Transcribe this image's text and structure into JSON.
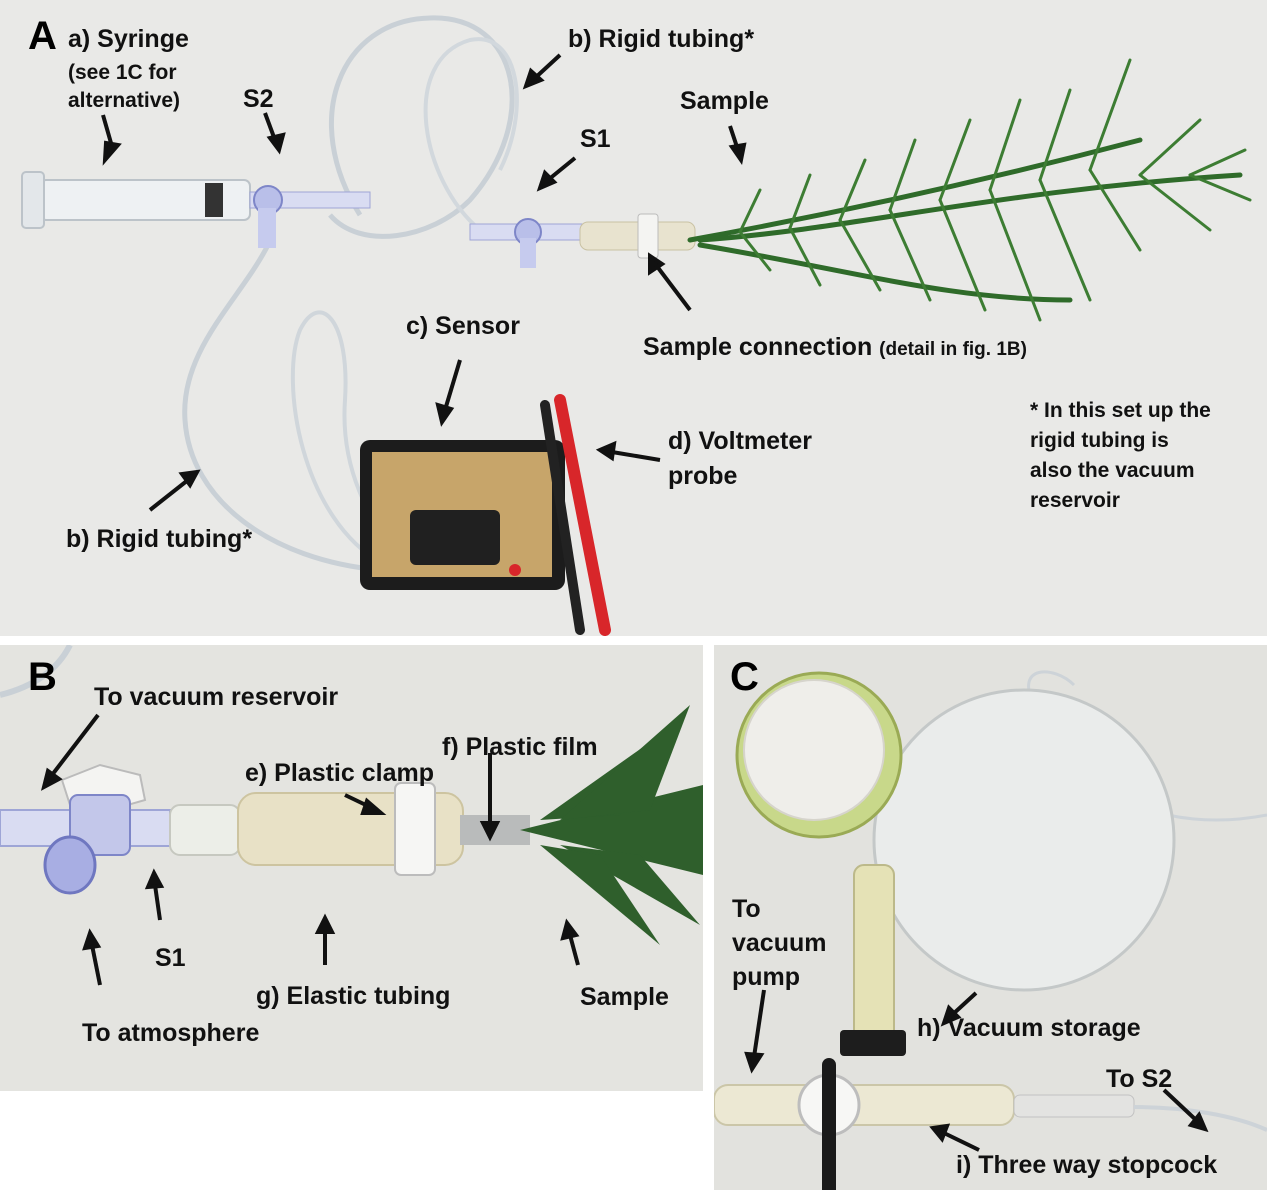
{
  "panels": [
    {
      "letter": "A",
      "labels": {
        "syringe": "a) Syringe",
        "syringe_note_1": "(see 1C for",
        "syringe_note_2": "alternative)",
        "s2": "S2",
        "rigid_tubing_top": "b) Rigid tubing*",
        "sample": "Sample",
        "s1": "S1",
        "sensor": "c) Sensor",
        "sample_connection": "Sample connection",
        "sample_connection_detail": "(detail in fig. 1B)",
        "voltmeter_1": "d) Voltmeter",
        "voltmeter_2": "probe",
        "rigid_tubing_bottom": "b) Rigid tubing*",
        "footnote_1": "* In this set up the",
        "footnote_2": "rigid tubing is",
        "footnote_3": "also the vacuum",
        "footnote_4": "reservoir"
      }
    },
    {
      "letter": "B",
      "labels": {
        "to_vacuum_reservoir": "To vacuum reservoir",
        "plastic_clamp": "e) Plastic clamp",
        "plastic_film": "f) Plastic film",
        "s1": "S1",
        "elastic_tubing": "g) Elastic tubing",
        "sample": "Sample",
        "to_atmosphere": "To atmosphere"
      }
    },
    {
      "letter": "C",
      "labels": {
        "to_1": "To",
        "to_2": "vacuum",
        "to_3": "pump",
        "vacuum_storage": "h) Vacuum storage",
        "to_s2": "To S2",
        "stopcock": "i) Three way stopcock"
      }
    }
  ],
  "colors": {
    "label_text": "#111111",
    "foliage": "#2f6b2a",
    "sensor_box": "#1c1c1c",
    "probe_red": "#d8262a",
    "tubing": "#cfd6dc"
  }
}
